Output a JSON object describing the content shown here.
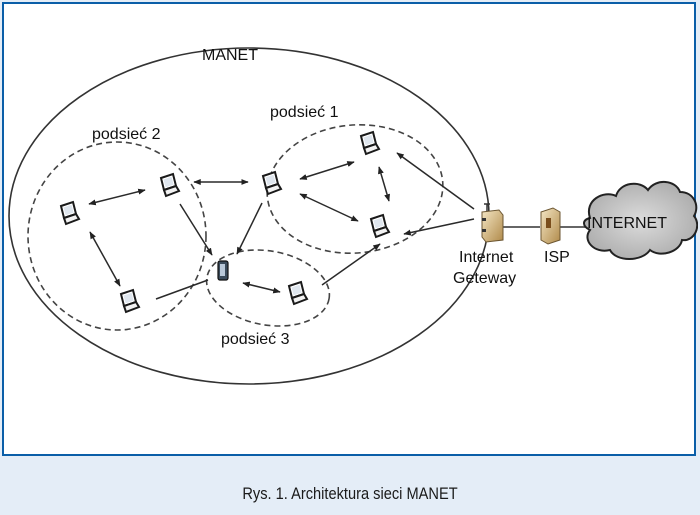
{
  "figure": {
    "border_color": "#0a5ea8",
    "caption_bg": "#e4edf7",
    "caption": "Rys. 1. Architektura sieci MANET"
  },
  "labels": {
    "manet": "MANET",
    "subnet1": "podsieć 1",
    "subnet2": "podsieć 2",
    "subnet3": "podsieć 3",
    "gateway_line1": "Internet",
    "gateway_line2": "Geteway",
    "isp": "ISP",
    "internet": "INTERNET"
  },
  "nodes": [
    {
      "id": "s2-top",
      "type": "laptop",
      "subnet": "podsieć 2"
    },
    {
      "id": "s2-left",
      "type": "laptop",
      "subnet": "podsieć 2"
    },
    {
      "id": "s2-bottom",
      "type": "laptop",
      "subnet": "podsieć 2"
    },
    {
      "id": "s1-left",
      "type": "laptop",
      "subnet": "podsieć 1"
    },
    {
      "id": "s1-top",
      "type": "laptop",
      "subnet": "podsieć 1"
    },
    {
      "id": "s1-bottom",
      "type": "laptop",
      "subnet": "podsieć 1"
    },
    {
      "id": "s3-device",
      "type": "handheld",
      "subnet": "podsieć 3"
    },
    {
      "id": "s3-laptop",
      "type": "laptop",
      "subnet": "podsieć 3"
    },
    {
      "id": "gateway",
      "type": "gateway",
      "label": "Internet Geteway"
    },
    {
      "id": "isp",
      "type": "server",
      "label": "ISP"
    },
    {
      "id": "internet",
      "type": "cloud",
      "label": "INTERNET"
    }
  ],
  "links": [
    {
      "from": "s2-top",
      "to": "s2-left",
      "arrows": "both"
    },
    {
      "from": "s2-left",
      "to": "s2-bottom",
      "arrows": "both"
    },
    {
      "from": "s2-top",
      "to": "s1-left",
      "arrows": "both"
    },
    {
      "from": "s2-top",
      "to": "s3-device",
      "arrows": "end"
    },
    {
      "from": "s2-bottom",
      "to": "s3-device",
      "arrows": "end"
    },
    {
      "from": "s1-left",
      "to": "s1-top",
      "arrows": "both"
    },
    {
      "from": "s1-left",
      "to": "s1-bottom",
      "arrows": "both"
    },
    {
      "from": "s1-top",
      "to": "s1-bottom",
      "arrows": "both"
    },
    {
      "from": "s1-left",
      "to": "s3-device",
      "arrows": "end"
    },
    {
      "from": "s3-device",
      "to": "s3-laptop",
      "arrows": "both"
    },
    {
      "from": "gateway",
      "to": "s1-top",
      "arrows": "end"
    },
    {
      "from": "gateway",
      "to": "s1-bottom",
      "arrows": "end"
    },
    {
      "from": "s3-laptop",
      "to": "s1-bottom",
      "arrows": "end"
    },
    {
      "from": "gateway",
      "to": "isp",
      "arrows": "none"
    },
    {
      "from": "isp",
      "to": "internet",
      "arrows": "none"
    }
  ]
}
